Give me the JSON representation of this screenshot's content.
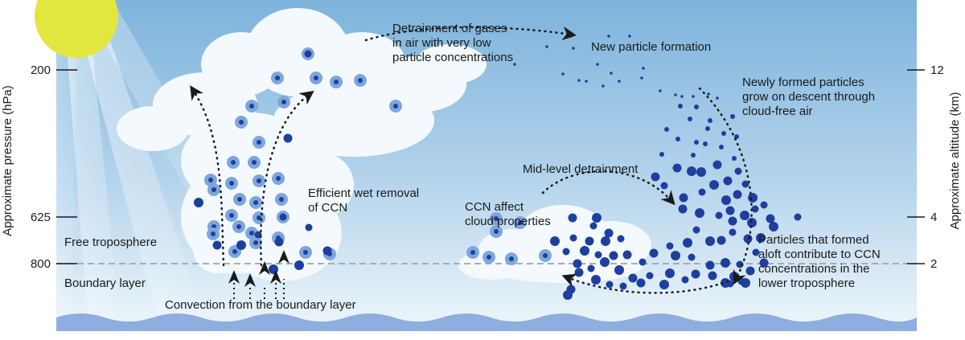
{
  "colors": {
    "sky_top": "#7db3dc",
    "sky_bottom": "#eef6fb",
    "cloud": "#f3f9fd",
    "particle": "#1e3f9e",
    "particle_halo": "#7ea6dc",
    "sun": "#e4e640",
    "sea": "#8eaedf"
  },
  "axes": {
    "left_title": "Approximate pressure (hPa)",
    "right_title": "Approximate altitude (km)",
    "left_ticks": [
      "200",
      "625",
      "800"
    ],
    "right_ticks": [
      "12",
      "4",
      "2"
    ]
  },
  "layers": {
    "free_troposphere": "Free troposphere",
    "boundary_layer": "Boundary layer"
  },
  "labels": {
    "convection": "Convection from the boundary layer",
    "wet_removal": [
      "Efficient wet removal",
      "of CCN"
    ],
    "detrainment_gases": [
      "Detrainment of gases",
      "in air with very low",
      "particle concentrations"
    ],
    "new_particle_formation": "New particle formation",
    "grow_on_descent": [
      "Newly formed particles",
      "grow on descent through",
      "cloud-free air"
    ],
    "mid_level_detrainment": "Mid-level detrainment",
    "ccn_affect": [
      "CCN affect",
      "cloud properties"
    ],
    "particles_formed_aloft": [
      "Particles that formed",
      "aloft contribute to CCN",
      "concentrations in the",
      "lower troposphere"
    ]
  }
}
